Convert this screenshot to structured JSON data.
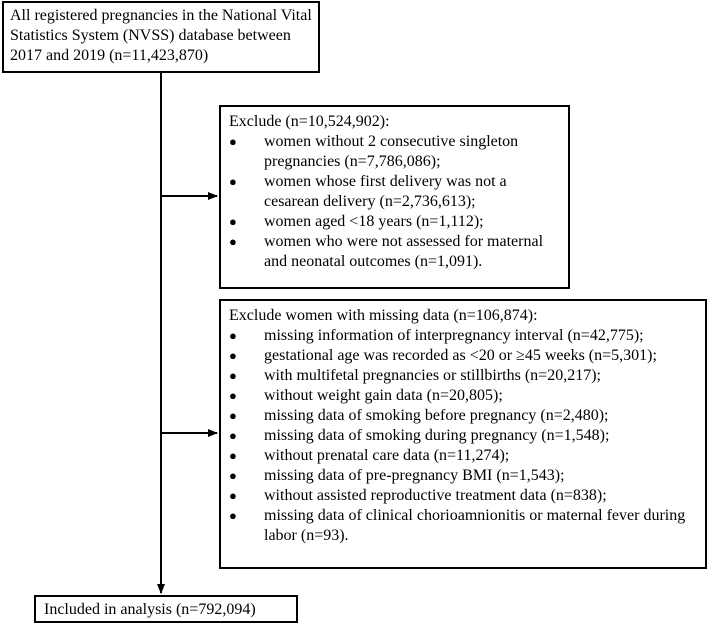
{
  "top_box": {
    "text": "All registered pregnancies in the National Vital Statistics System (NVSS) database between 2017 and 2019 (n=11,423,870)"
  },
  "exclusion_1": {
    "title": "Exclude (n=10,524,902):",
    "items": [
      "women without 2 consecutive singleton pregnancies (n=7,786,086);",
      "women whose first delivery was not a cesarean delivery (n=2,736,613);",
      "women aged <18 years (n=1,112);",
      "women who were not assessed for maternal and neonatal outcomes (n=1,091)."
    ]
  },
  "exclusion_2": {
    "title": "Exclude women with missing data (n=106,874):",
    "items": [
      "missing information of interpregnancy interval (n=42,775);",
      "gestational age was recorded as <20 or ≥45 weeks (n=5,301);",
      "with multifetal pregnancies or stillbirths (n=20,217);",
      "without weight gain data (n=20,805);",
      "missing data of smoking before pregnancy (n=2,480);",
      "missing data of smoking during pregnancy (n=1,548);",
      "without prenatal care data (n=11,274);",
      "missing data of pre-pregnancy BMI (n=1,543);",
      "without assisted reproductive treatment data (n=838);",
      "missing data of clinical chorioamnionitis or maternal fever during labor (n=93)."
    ]
  },
  "final_box": {
    "text": "Included in analysis (n=792,094)"
  }
}
